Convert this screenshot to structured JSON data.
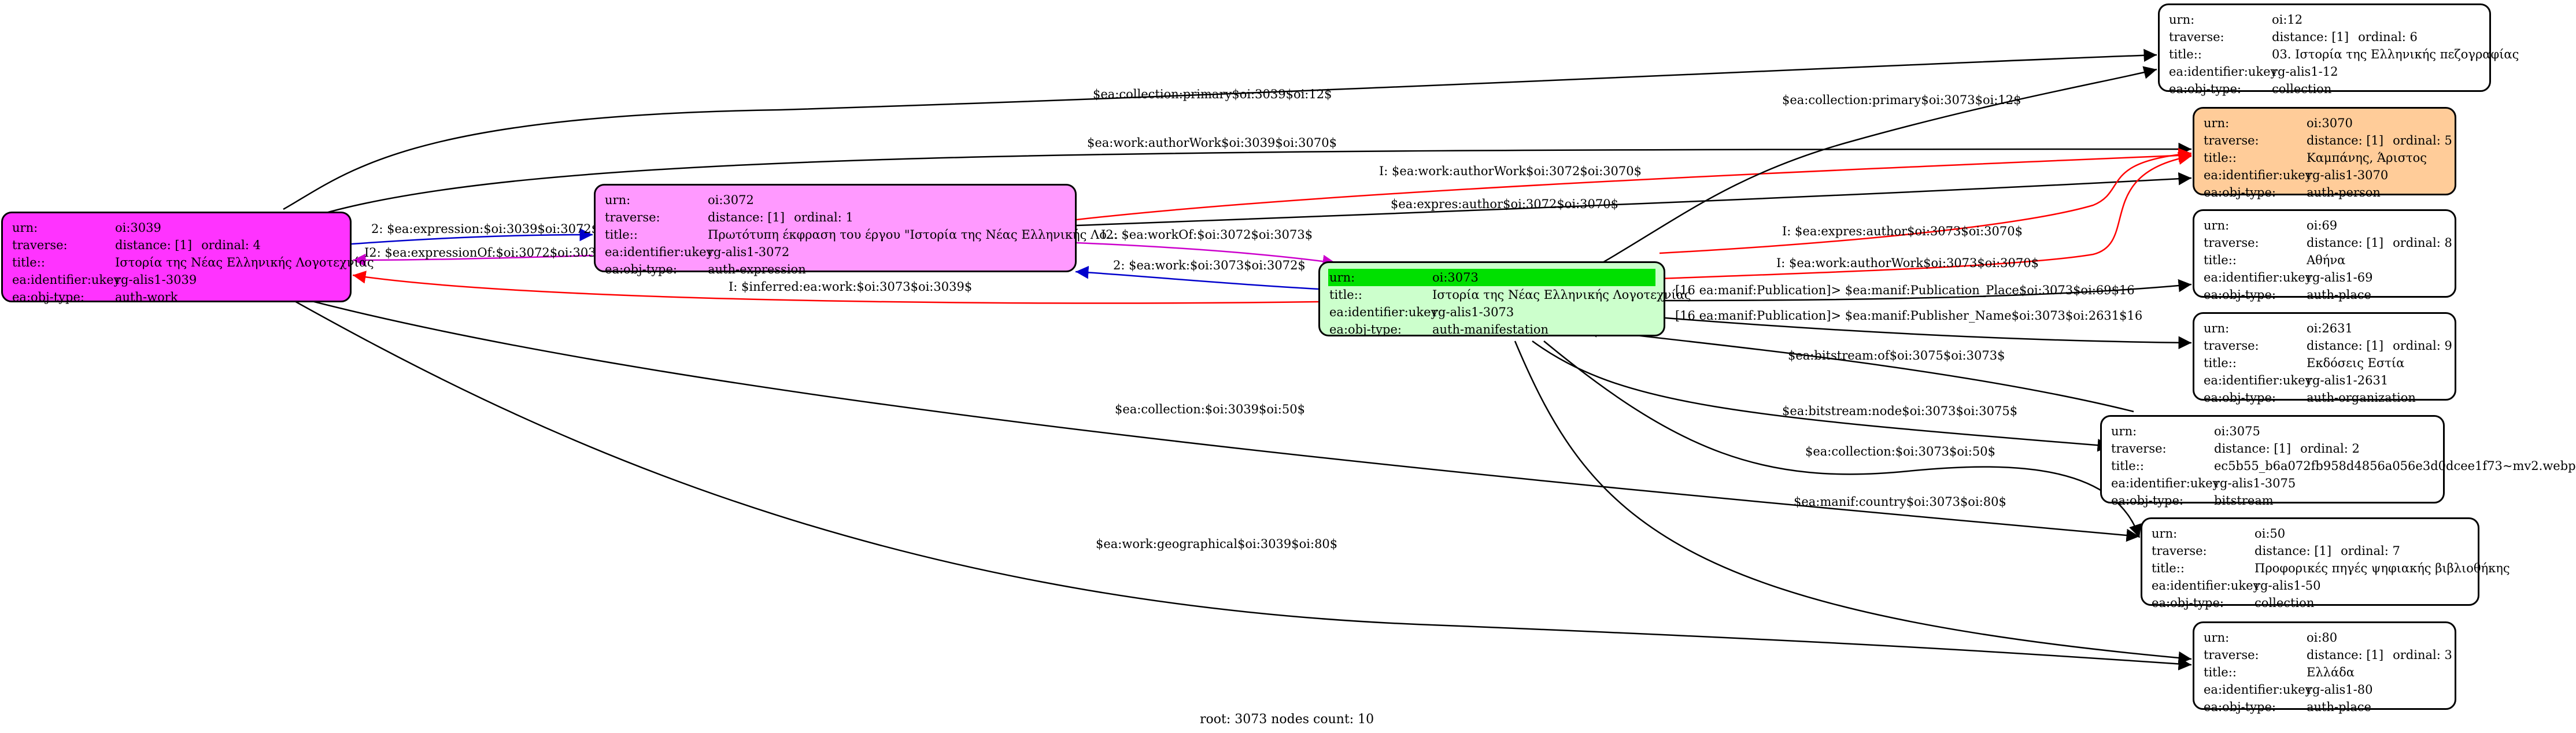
{
  "footer": "root: 3073 nodes count: 10",
  "nodes": {
    "n3039": {
      "color": "#ff33ff",
      "rows": [
        {
          "k": "urn:",
          "v": "oi:3039"
        },
        {
          "k": "traverse:",
          "v": "distance: [1]",
          "v2": "ordinal: 4"
        },
        {
          "k": "title::",
          "v": "Ιστορία της Νέας Ελληνικής Λογοτεχνίας"
        },
        {
          "k": "ea:identifier:ukey",
          "v": "rg-alis1-3039"
        },
        {
          "k": "ea:obj-type:",
          "v": "auth-work"
        }
      ]
    },
    "n3072": {
      "color": "#ff99ff",
      "rows": [
        {
          "k": "urn:",
          "v": "oi:3072"
        },
        {
          "k": "traverse:",
          "v": "distance: [1]",
          "v2": "ordinal: 1"
        },
        {
          "k": "title::",
          "v": "Πρωτότυπη έκφραση του έργου \"Ιστορία της Νέας Ελληνικής Λο..."
        },
        {
          "k": "ea:identifier:ukey",
          "v": "rg-alis1-3072"
        },
        {
          "k": "ea:obj-type:",
          "v": "auth-expression"
        }
      ]
    },
    "n3073": {
      "color": "#ccffcc",
      "rows": [
        {
          "k": "urn:",
          "v": "oi:3073"
        },
        {
          "k": "title::",
          "v": "Ιστορία της Νέας Ελληνικής Λογοτεχνίας"
        },
        {
          "k": "ea:identifier:ukey",
          "v": "rg-alis1-3073"
        },
        {
          "k": "ea:obj-type:",
          "v": "auth-manifestation"
        }
      ]
    },
    "n12": {
      "color": "#ffffff",
      "rows": [
        {
          "k": "urn:",
          "v": "oi:12"
        },
        {
          "k": "traverse:",
          "v": "distance: [1]",
          "v2": "ordinal: 6"
        },
        {
          "k": "title::",
          "v": "03. Ιστορία της Ελληνικής πεζογραφίας"
        },
        {
          "k": "ea:identifier:ukey",
          "v": "rg-alis1-12"
        },
        {
          "k": "ea:obj-type:",
          "v": "collection"
        }
      ]
    },
    "n3070": {
      "color": "#ffcc99",
      "rows": [
        {
          "k": "urn:",
          "v": "oi:3070"
        },
        {
          "k": "traverse:",
          "v": "distance: [1]",
          "v2": "ordinal: 5"
        },
        {
          "k": "title::",
          "v": "Καμπάνης, Άριστος"
        },
        {
          "k": "ea:identifier:ukey",
          "v": "rg-alis1-3070"
        },
        {
          "k": "ea:obj-type:",
          "v": "auth-person"
        }
      ]
    },
    "n69": {
      "color": "#ffffff",
      "rows": [
        {
          "k": "urn:",
          "v": "oi:69"
        },
        {
          "k": "traverse:",
          "v": "distance: [1]",
          "v2": "ordinal: 8"
        },
        {
          "k": "title::",
          "v": "Αθήνα"
        },
        {
          "k": "ea:identifier:ukey",
          "v": "rg-alis1-69"
        },
        {
          "k": "ea:obj-type:",
          "v": "auth-place"
        }
      ]
    },
    "n2631": {
      "color": "#ffffff",
      "rows": [
        {
          "k": "urn:",
          "v": "oi:2631"
        },
        {
          "k": "traverse:",
          "v": "distance: [1]",
          "v2": "ordinal: 9"
        },
        {
          "k": "title::",
          "v": "Εκδόσεις Εστία"
        },
        {
          "k": "ea:identifier:ukey",
          "v": "rg-alis1-2631"
        },
        {
          "k": "ea:obj-type:",
          "v": "auth-organization"
        }
      ]
    },
    "n3075": {
      "color": "#ffffff",
      "rows": [
        {
          "k": "urn:",
          "v": "oi:3075"
        },
        {
          "k": "traverse:",
          "v": "distance: [1]",
          "v2": "ordinal: 2"
        },
        {
          "k": "title::",
          "v": "ec5b55_b6a072fb958d4856a056e3d0dcee1f73~mv2.webp"
        },
        {
          "k": "ea:identifier:ukey",
          "v": "rg-alis1-3075"
        },
        {
          "k": "ea:obj-type:",
          "v": "bitstream"
        }
      ]
    },
    "n50": {
      "color": "#ffffff",
      "rows": [
        {
          "k": "urn:",
          "v": "oi:50"
        },
        {
          "k": "traverse:",
          "v": "distance: [1]",
          "v2": "ordinal: 7"
        },
        {
          "k": "title::",
          "v": "Προφορικές πηγές ψηφιακής βιβλιοθήκης"
        },
        {
          "k": "ea:identifier:ukey",
          "v": "rg-alis1-50"
        },
        {
          "k": "ea:obj-type:",
          "v": "collection"
        }
      ]
    },
    "n80": {
      "color": "#ffffff",
      "rows": [
        {
          "k": "urn:",
          "v": "oi:80"
        },
        {
          "k": "traverse:",
          "v": "distance: [1]",
          "v2": "ordinal: 3"
        },
        {
          "k": "title::",
          "v": "Ελλάδα"
        },
        {
          "k": "ea:identifier:ukey",
          "v": "rg-alis1-80"
        },
        {
          "k": "ea:obj-type:",
          "v": "auth-place"
        }
      ]
    }
  },
  "edges": [
    {
      "id": "e1",
      "label": "$ea:collection:primary$oi:3039$oi:12$",
      "color": "#000000"
    },
    {
      "id": "e2",
      "label": "$ea:work:authorWork$oi:3039$oi:3070$",
      "color": "#000000"
    },
    {
      "id": "e3",
      "label": "2: $ea:expression:$oi:3039$oi:3072$",
      "color": "#0000cc"
    },
    {
      "id": "e4",
      "label": "I2: $ea:expressionOf:$oi:3072$oi:3039$",
      "color": "#cc00cc"
    },
    {
      "id": "e5",
      "label": "I: $ea:work:authorWork$oi:3072$oi:3070$",
      "color": "#ff0000"
    },
    {
      "id": "e6",
      "label": "$ea:expres:author$oi:3072$oi:3070$",
      "color": "#000000"
    },
    {
      "id": "e7",
      "label": "I2: $ea:workOf:$oi:3072$oi:3073$",
      "color": "#cc00cc"
    },
    {
      "id": "e8",
      "label": "2: $ea:work:$oi:3073$oi:3072$",
      "color": "#0000cc"
    },
    {
      "id": "e9",
      "label": "I: $inferred:ea:work:$oi:3073$oi:3039$",
      "color": "#ff0000"
    },
    {
      "id": "e10",
      "label": "$ea:collection:primary$oi:3073$oi:12$",
      "color": "#000000"
    },
    {
      "id": "e11",
      "label": "I: $ea:expres:author$oi:3073$oi:3070$",
      "color": "#ff0000"
    },
    {
      "id": "e12",
      "label": "I: $ea:work:authorWork$oi:3073$oi:3070$",
      "color": "#ff0000"
    },
    {
      "id": "e13",
      "label": "[16 ea:manif:Publication]> $ea:manif:Publication_Place$oi:3073$oi:69$16",
      "color": "#000000"
    },
    {
      "id": "e14",
      "label": "[16 ea:manif:Publication]> $ea:manif:Publisher_Name$oi:3073$oi:2631$16",
      "color": "#000000"
    },
    {
      "id": "e15",
      "label": "$ea:bitstream:of$oi:3075$oi:3073$",
      "color": "#000000"
    },
    {
      "id": "e16",
      "label": "$ea:bitstream:node$oi:3073$oi:3075$",
      "color": "#000000"
    },
    {
      "id": "e17",
      "label": "$ea:collection:$oi:3039$oi:50$",
      "color": "#000000"
    },
    {
      "id": "e18",
      "label": "$ea:collection:$oi:3073$oi:50$",
      "color": "#000000"
    },
    {
      "id": "e19",
      "label": "$ea:manif:country$oi:3073$oi:80$",
      "color": "#000000"
    },
    {
      "id": "e20",
      "label": "$ea:work:geographical$oi:3039$oi:80$",
      "color": "#000000"
    }
  ]
}
